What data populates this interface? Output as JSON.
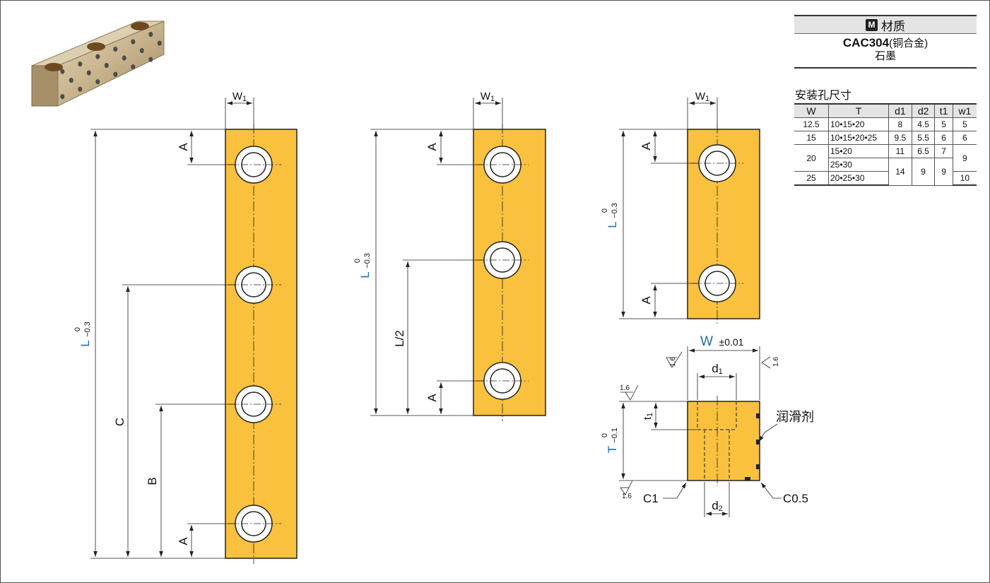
{
  "material": {
    "badge": "M",
    "header": "材质",
    "line1_bold": "CAC304",
    "line1_rest": "(铜合金)",
    "line2": "石墨"
  },
  "size_table": {
    "title": "安装孔尺寸",
    "headers": [
      "W",
      "T",
      "d1",
      "d2",
      "t1",
      "w1"
    ],
    "rows": [
      {
        "W": "12.5",
        "T": "10•15•20",
        "d1": "8",
        "d2": "4.5",
        "t1": "5",
        "w1": "5"
      },
      {
        "W": "15",
        "T": "10•15•20•25",
        "d1": "9.5",
        "d2": "5.5",
        "t1": "6",
        "w1": "6"
      },
      {
        "W": "20",
        "T": [
          "15•20",
          "25•30"
        ],
        "d1": "11",
        "d2": "6.5",
        "t1": "7",
        "w1": "9"
      },
      {
        "W": "25",
        "T": "20•25•30",
        "d1": "14",
        "d2": "9",
        "t1": "9",
        "w1": "10"
      }
    ]
  },
  "drawing": {
    "colors": {
      "part_fill": "#F9C13D",
      "outline": "#222222",
      "dim_blue": "#1A6DB3",
      "photo_bronze": "#C9B48E",
      "graphite_dot": "#4A4F4A"
    },
    "labels": {
      "w1": "W1",
      "A": "A",
      "L": "L",
      "tol_L_upper": "0",
      "tol_L_lower": "−0.3",
      "C": "C",
      "B": "B",
      "L_half": "L/2",
      "W": "W",
      "tol_W": "±0.01",
      "d1": "d1",
      "d2": "d2",
      "t1": "t1",
      "T": "T",
      "tol_T_upper": "0",
      "tol_T_lower": "−0.1",
      "lubricant": "润滑剂",
      "C1": "C1",
      "C05": "C0.5",
      "roughness": "1.6"
    }
  }
}
